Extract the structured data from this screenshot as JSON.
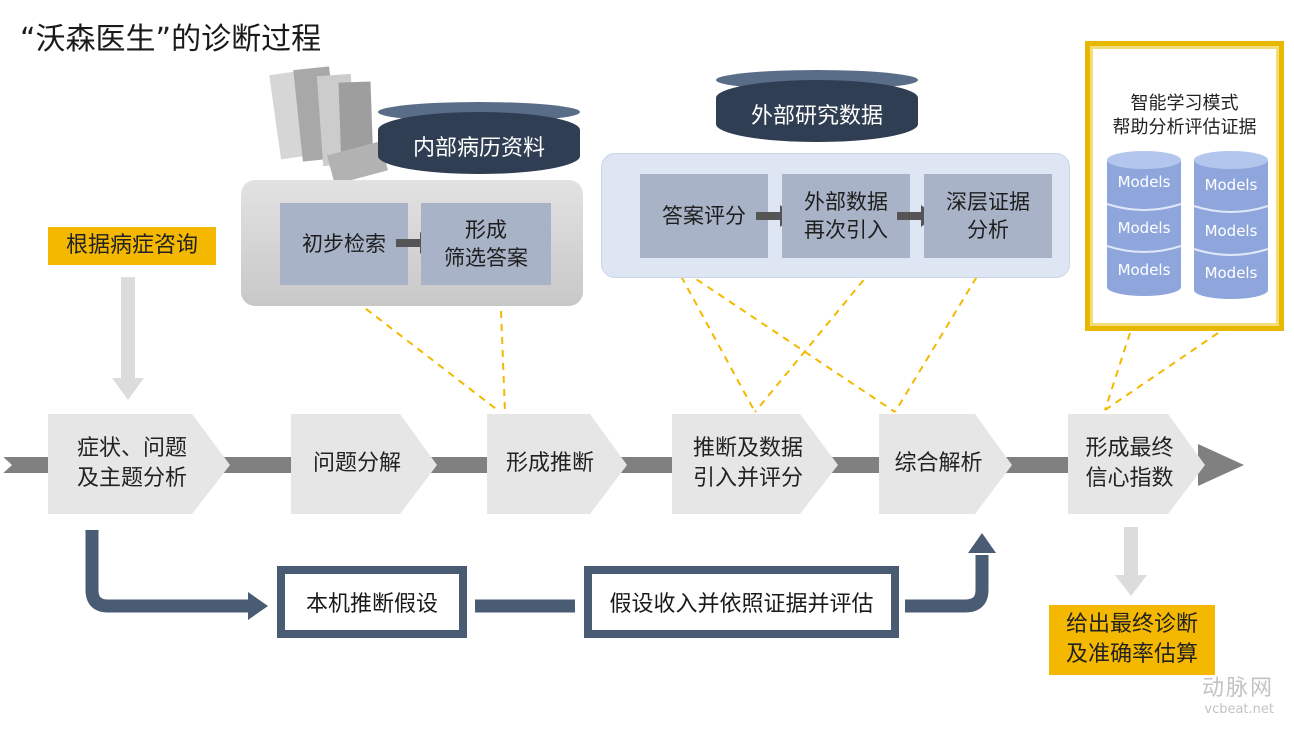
{
  "title": "“沃森医生”的诊断过程",
  "consult_label": "根据病症咨询",
  "internal": {
    "db_label": "内部病历资料",
    "box1": "初步检索",
    "box2_line1": "形成",
    "box2_line2": "筛选答案"
  },
  "external": {
    "db_label": "外部研究数据",
    "box1": "答案评分",
    "box2_line1": "外部数据",
    "box2_line2": "再次引入",
    "box3_line1": "深层证据",
    "box3_line2": "分析"
  },
  "ml": {
    "title_line1": "智能学习模式",
    "title_line2": "帮助分析评估证据",
    "model_label": "Models"
  },
  "steps": [
    {
      "line1": "症状、问题",
      "line2": "及主题分析"
    },
    {
      "line1": "问题分解",
      "line2": ""
    },
    {
      "line1": "形成推断",
      "line2": ""
    },
    {
      "line1": "推断及数据",
      "line2": "引入并评分"
    },
    {
      "line1": "综合解析",
      "line2": ""
    },
    {
      "line1": "形成最终",
      "line2": "信心指数"
    }
  ],
  "hypothesis": {
    "box1": "本机推断假设",
    "box2": "假设收入并依照证据并评估"
  },
  "final_label": {
    "line1": "给出最终诊断",
    "line2": "及准确率估算"
  },
  "watermark": {
    "brand": "动脉网",
    "url": "vcbeat.net"
  },
  "colors": {
    "accent_yellow": "#f5b800",
    "dark_navy": "#2f3e52",
    "box_blue_gray": "#a8b3c7",
    "model_blue": "#8ea6dc",
    "flow_gray": "#808080"
  }
}
